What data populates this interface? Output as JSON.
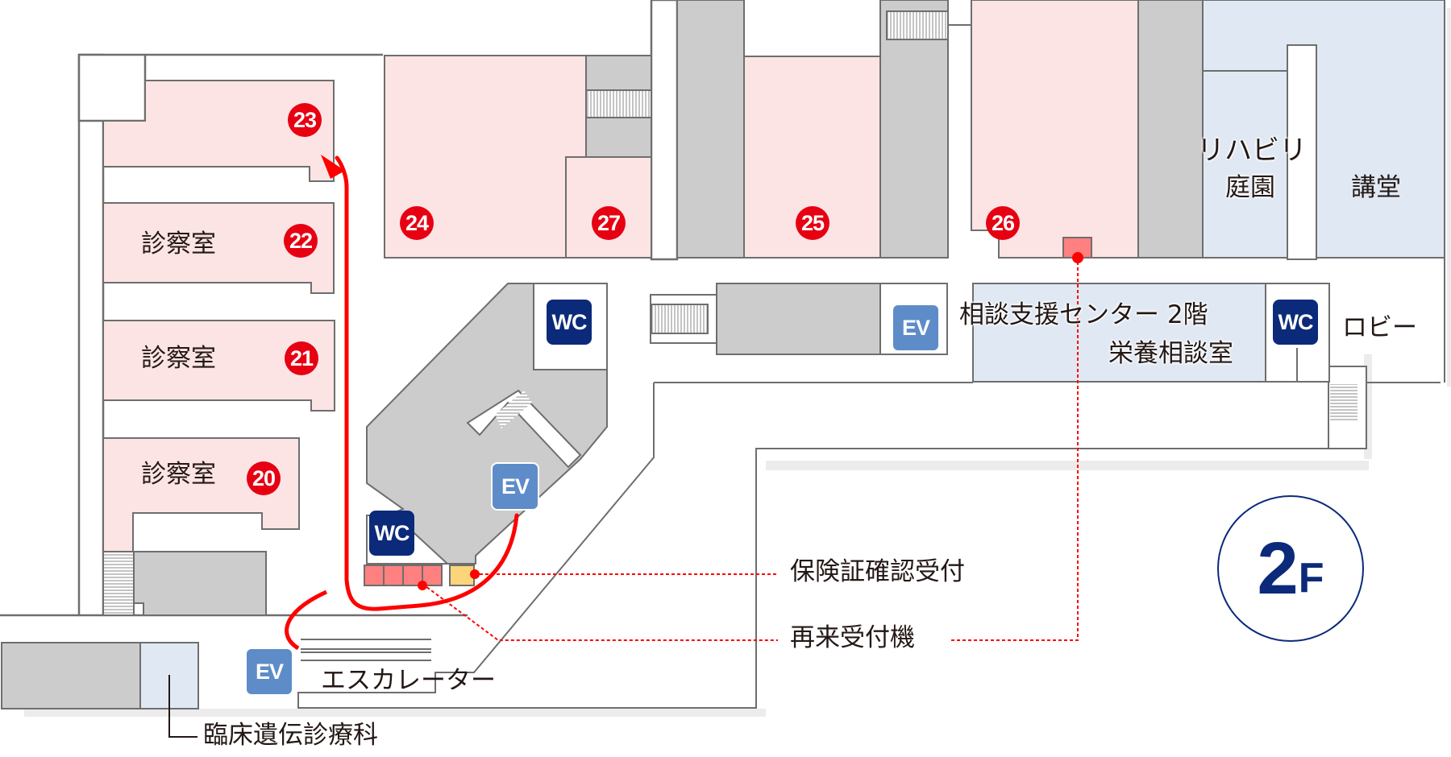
{
  "floor": {
    "number": "2",
    "unit": "F"
  },
  "colors": {
    "exam_room": "#fce4e4",
    "service": "#cccccc",
    "public": "#e0e9f3",
    "wall": "#6e6e6e",
    "route": "#ff0000",
    "badge": "#e60012",
    "wc": "#0b2a7a",
    "ev": "#5e8cc8",
    "kiosk": "#ff8080",
    "counter": "#fcd47a"
  },
  "rooms": [
    {
      "number": "23",
      "label": ""
    },
    {
      "number": "22",
      "label": "診察室"
    },
    {
      "number": "21",
      "label": "診察室"
    },
    {
      "number": "20",
      "label": "診察室"
    },
    {
      "number": "24",
      "label": ""
    },
    {
      "number": "27",
      "label": ""
    },
    {
      "number": "25",
      "label": ""
    },
    {
      "number": "26",
      "label": ""
    }
  ],
  "areas": {
    "rehab_garden_line1": "リハビリ",
    "rehab_garden_line2": "庭園",
    "auditorium": "講堂",
    "consult_center": "相談支援センター 2階",
    "nutrition_room": "栄養相談室",
    "lobby": "ロビー",
    "escalator": "エスカレーター",
    "genetics": "臨床遺伝診療科"
  },
  "facilities": {
    "wc": "WC",
    "ev": "EV"
  },
  "callouts": {
    "insurance_check": "保険証確認受付",
    "reentry_machine": "再来受付機"
  }
}
